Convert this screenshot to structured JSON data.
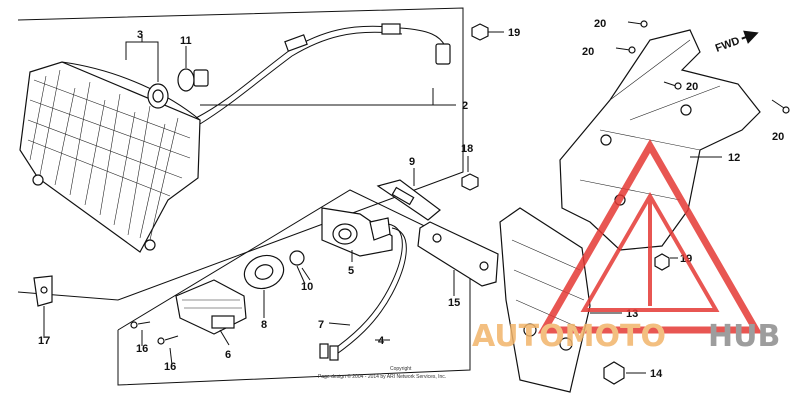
{
  "callouts": {
    "c2": "2",
    "c3": "3",
    "c4": "4",
    "c5": "5",
    "c6": "6",
    "c7": "7",
    "c8": "8",
    "c9": "9",
    "c10": "10",
    "c11": "11",
    "c12": "12",
    "c13": "13",
    "c14": "14",
    "c15": "15",
    "c16a": "16",
    "c16b": "16",
    "c17": "17",
    "c18": "18",
    "c19a": "19",
    "c19b": "19",
    "c20a": "20",
    "c20b": "20",
    "c20c": "20",
    "c20d": "20"
  },
  "direction_label": "FWD",
  "copyright": {
    "line1": "Copyright",
    "line2": "Page design © 2004 - 2014 by ARI Network Services, Inc."
  },
  "watermark": {
    "part1": "AUTOMOTO",
    "part2": "HUB"
  },
  "colors": {
    "line": "#111111",
    "watermark_red": "#e53935",
    "watermark_orange": "#f2b56b",
    "watermark_gray": "#8d8d8d"
  }
}
